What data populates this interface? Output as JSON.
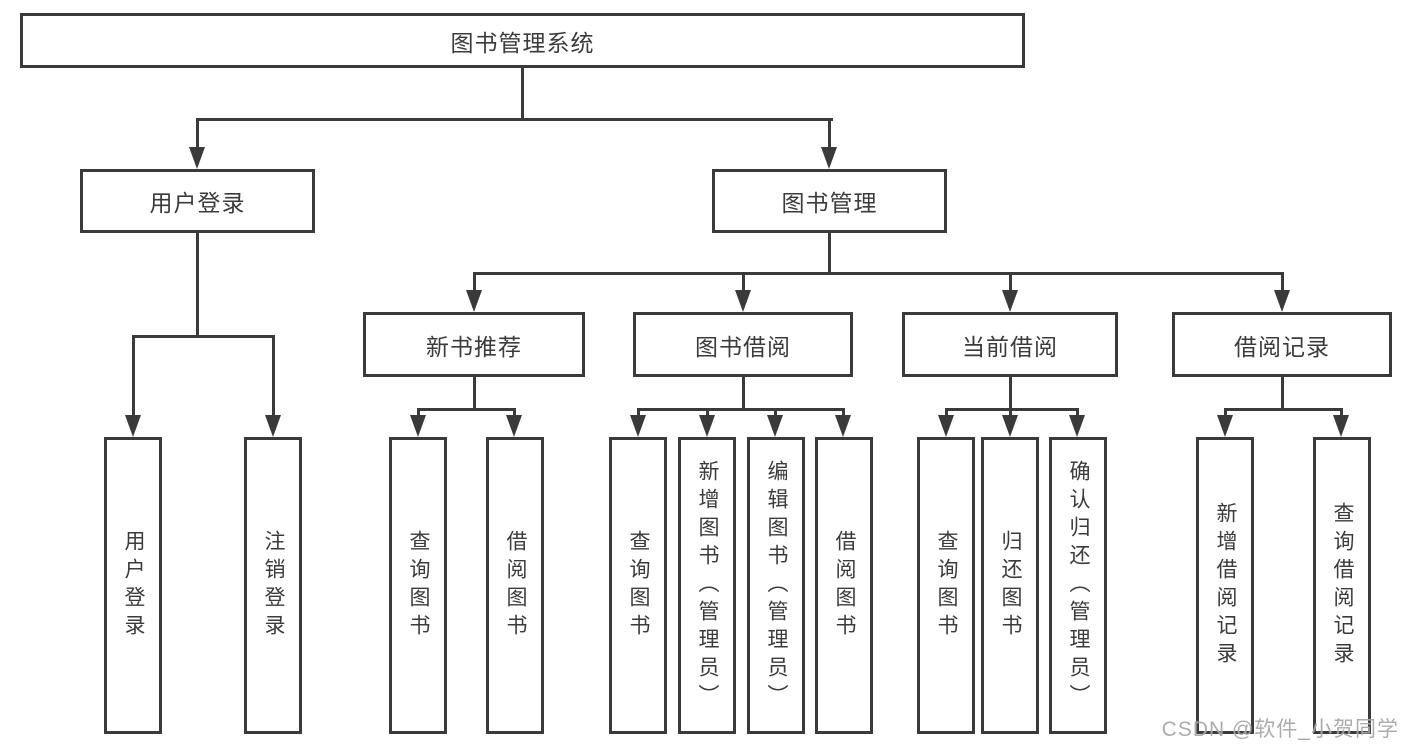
{
  "colors": {
    "line": "#3a3a3a",
    "box_border": "#3a3a3a",
    "box_background": "#ffffff",
    "text": "#3b3b3b",
    "watermark": "#9e9e9e"
  },
  "watermark": {
    "text": "CSDN @软件_小贺同学"
  },
  "nodes": {
    "root": {
      "label": "图书管理系统"
    },
    "branches": [
      {
        "label": "用户登录"
      },
      {
        "label": "图书管理"
      }
    ],
    "modules": [
      {
        "label": "新书推荐"
      },
      {
        "label": "图书借阅"
      },
      {
        "label": "当前借阅"
      },
      {
        "label": "借阅记录"
      }
    ],
    "leaves": [
      {
        "label": "用户登录",
        "parent": "用户登录"
      },
      {
        "label": "注销登录",
        "parent": "用户登录"
      },
      {
        "label": "查询图书",
        "parent": "新书推荐"
      },
      {
        "label": "借阅图书",
        "parent": "新书推荐"
      },
      {
        "label": "查询图书",
        "parent": "图书借阅"
      },
      {
        "label": "新增图书（管理员）",
        "parent": "图书借阅"
      },
      {
        "label": "编辑图书（管理员）",
        "parent": "图书借阅"
      },
      {
        "label": "借阅图书",
        "parent": "图书借阅"
      },
      {
        "label": "查询图书",
        "parent": "当前借阅"
      },
      {
        "label": "归还图书",
        "parent": "当前借阅"
      },
      {
        "label": "确认归还（管理员）",
        "parent": "当前借阅"
      },
      {
        "label": "新增借阅记录",
        "parent": "借阅记录"
      },
      {
        "label": "查询借阅记录",
        "parent": "借阅记录"
      }
    ]
  }
}
